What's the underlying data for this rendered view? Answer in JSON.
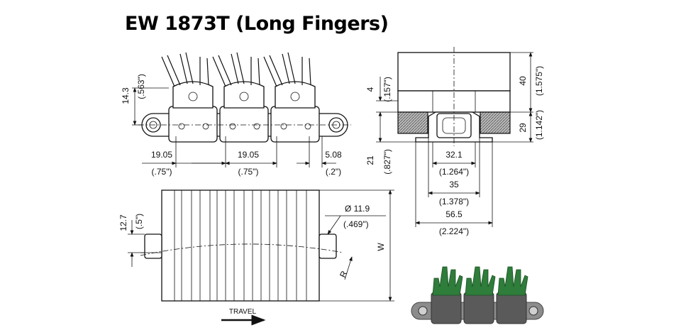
{
  "title": "EW 1873T (Long Fingers)",
  "side_view": {
    "height_mm": "14.3",
    "height_in": "(.563\")",
    "pitch_left_mm": "19.05",
    "pitch_left_in": "(.75\")",
    "pitch_mid_mm": "19.05",
    "pitch_mid_in": "(.75\")",
    "offset_mm": "5.08",
    "offset_in": "(.2\")"
  },
  "end_view": {
    "top_mm": "4",
    "top_in": "(.157\")",
    "bottom_mm": "21",
    "bottom_in": "(.827\")",
    "body_mm": "40",
    "body_in": "(1.575\")",
    "base_mm": "29",
    "base_in": "(1.142\")",
    "w1_mm": "32.1",
    "w1_in": "(1.264\")",
    "w2_mm": "35",
    "w2_in": "(1.378\")",
    "w3_mm": "56.5",
    "w3_in": "(2.224\")"
  },
  "top_view": {
    "left_mm": "12.7",
    "left_in": "(.5\")",
    "dia_mm": "Ø 11.9",
    "dia_in": "(.469\")",
    "width_label": "W",
    "radius_label": "R",
    "travel_label": "TRAVEL"
  },
  "photo": {
    "finger_color": "#2e7d3a",
    "body_color": "#5a5a5a"
  }
}
